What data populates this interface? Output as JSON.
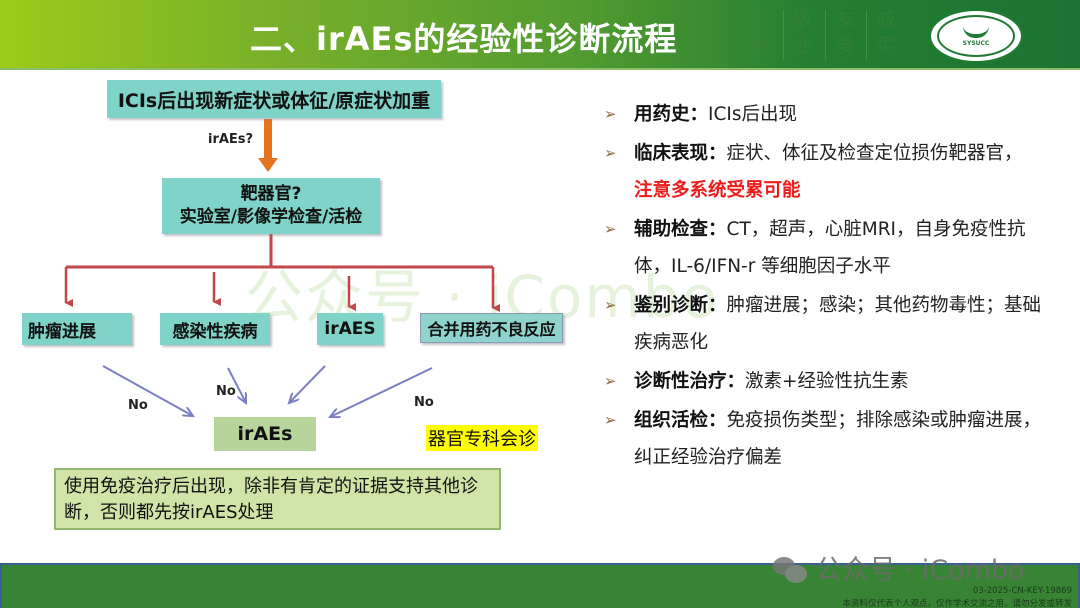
{
  "header": {
    "title": "二、irAEs的经验性诊断流程",
    "motto": [
      "创新",
      "敬业",
      "友爱",
      "诚实"
    ],
    "logo_text": "SYSUCC",
    "gradient_start": "#9ccb1a",
    "gradient_end": "#1c7231"
  },
  "watermark": "公众号 · iCombo",
  "flowchart": {
    "top_box": "ICIs后出现新症状或体征/原症状加重",
    "question_label": "irAEs?",
    "organ_box": {
      "line1": "靶器官?",
      "line2": "实验室/影像学检查/活检"
    },
    "branches": [
      "肿瘤进展",
      "感染性疾病",
      "irAES",
      "合并用药不良反应"
    ],
    "no_labels": [
      "No",
      "No",
      "No"
    ],
    "result_box": "irAEs",
    "consult": "器官专科会诊",
    "note": "使用免疫治疗后出现，除非有肯定的证据支持其他诊断，否则都先按irAES处理",
    "colors": {
      "box": "#7fd3c8",
      "orange_arrow": "#e8731e",
      "red_arrow": "#c0474a",
      "blue_arrow": "#7b7fc4",
      "result": "#b7d59a",
      "note": "#cfe4a6",
      "highlight": "#ffff00"
    }
  },
  "bullets": [
    {
      "label": "用药史：",
      "text": "ICIs后出现",
      "emphasis": ""
    },
    {
      "label": "临床表现：",
      "text": "症状、体征及检查定位损伤靶器官，",
      "emphasis": "注意多系统受累可能"
    },
    {
      "label": "辅助检查：",
      "text": "CT，超声，心脏MRI，自身免疫性抗体，IL-6/IFN-r 等细胞因子水平",
      "emphasis": ""
    },
    {
      "label": "鉴别诊断：",
      "text": "肿瘤进展；感染；其他药物毒性；基础疾病恶化",
      "emphasis": ""
    },
    {
      "label": "诊断性治疗：",
      "text": "激素+经验性抗生素",
      "emphasis": ""
    },
    {
      "label": "组织活检：",
      "text": "免疫损伤类型；排除感染或肿瘤进展，纠正经验治疗偏差",
      "emphasis": ""
    }
  ],
  "footer": {
    "wechat": "公众号 · iCombo",
    "code": "03-2025-CN-KEY-19869",
    "disclaimer": "本资料仅代表个人观点，仅作学术交流之用，请勿分发或转发",
    "color": "#378434"
  }
}
